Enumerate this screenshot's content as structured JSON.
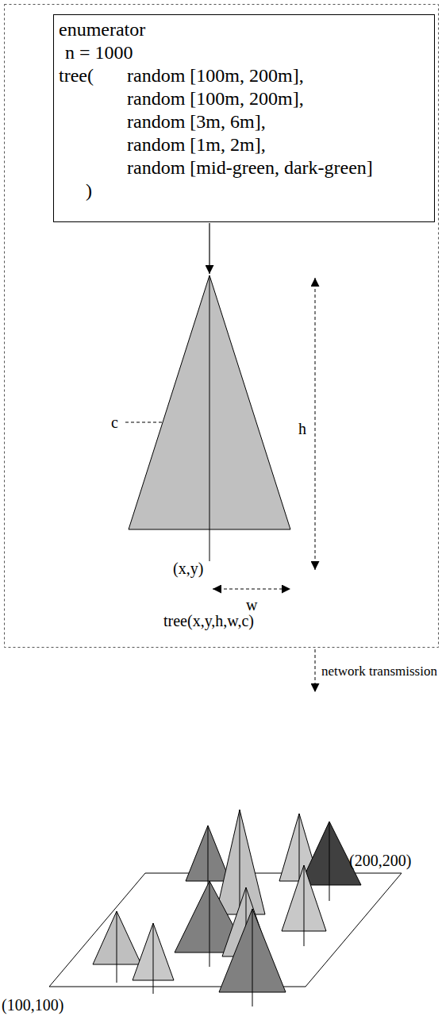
{
  "diagram": {
    "nodes": [
      {
        "text": [
          "enumerator",
          "n = 1000",
          "tree(",
          "random [100m, 200m],",
          "random [100m, 200m],",
          "random [3m, 6m],",
          "random [1m, 2m],",
          "random [mid-green, dark-green]",
          ")"
        ]
      }
    ],
    "labels": [
      "c",
      "h",
      "(x,y)",
      "w",
      "tree(x,y,h,w,c)",
      "network transmission",
      "(200,200)",
      "(100,100)"
    ]
  }
}
